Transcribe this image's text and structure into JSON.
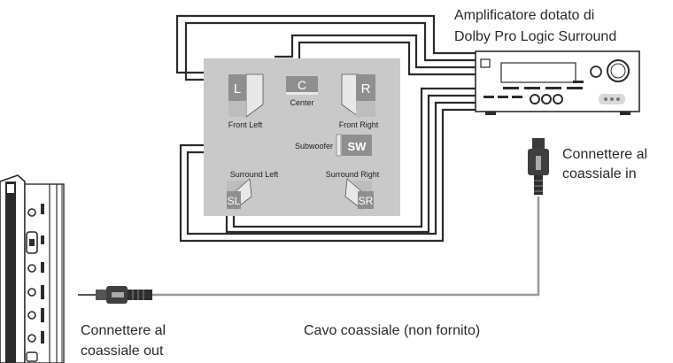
{
  "amplifier_label": [
    "Amplificatore dotato di",
    "Dolby Pro Logic Surround"
  ],
  "connect_in_label": [
    "Connettere al",
    "coassiale in"
  ],
  "connect_out_label": [
    "Connettere al",
    "coassiale out"
  ],
  "cable_label": "Cavo coassiale (non fornito)",
  "speakers": {
    "front_left": {
      "letter": "L",
      "caption": "Front Left"
    },
    "center": {
      "letter": "C",
      "caption": "Center"
    },
    "front_right": {
      "letter": "R",
      "caption": "Front Right"
    },
    "subwoofer": {
      "letter": "SW",
      "caption": "Subwoofer"
    },
    "surround_left": {
      "letter": "SL",
      "caption": "Surround Left"
    },
    "surround_right": {
      "letter": "SR",
      "caption": "Surround Right"
    }
  },
  "colors": {
    "room_fill": "#c9c9c9",
    "wire": "#2b2b2b",
    "speaker_face": "#8f8f8f",
    "speaker_side": "#e8e8e8"
  }
}
